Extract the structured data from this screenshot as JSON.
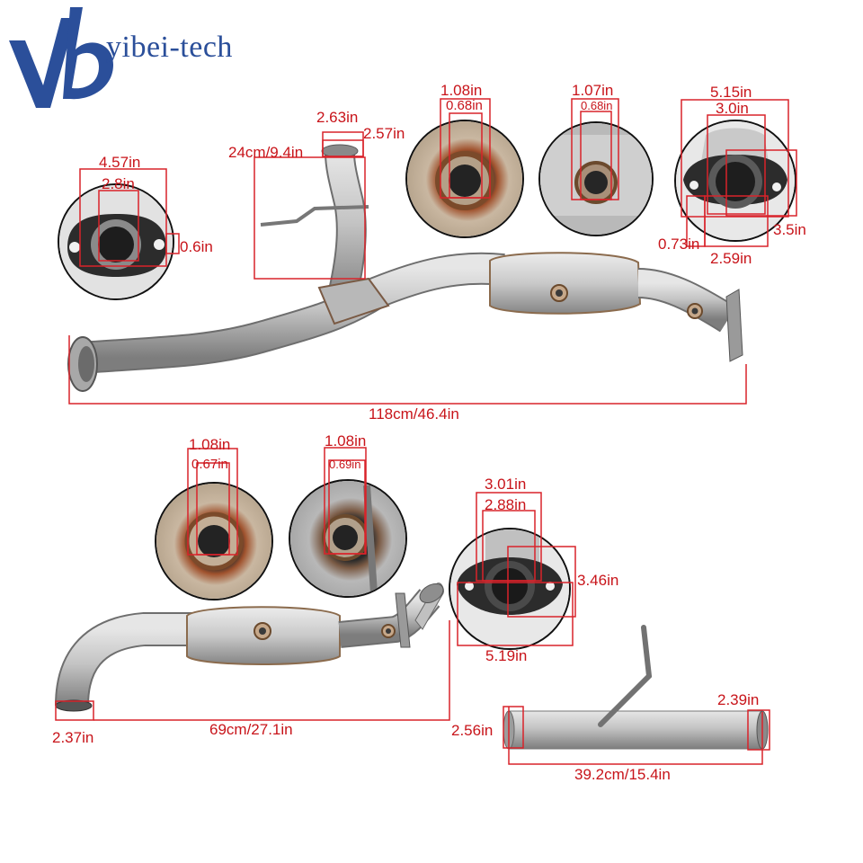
{
  "brand": {
    "name": "yibei-tech",
    "colors": {
      "blue": "#2b4f9a",
      "dim_red": "#d9232a"
    }
  },
  "front_pipe": {
    "overall_length": "118cm/46.4in",
    "upstream_inlet": {
      "outer": "2.63in",
      "inner": "2.57in",
      "height": "24cm/9.4in"
    },
    "left_flange": {
      "width": "4.57in",
      "pipe": "2.8in",
      "thickness": "0.6in"
    },
    "o2_bung_1": {
      "outer": "1.08in",
      "inner": "0.68in"
    },
    "o2_bung_2": {
      "outer": "1.07in",
      "inner": "0.68in"
    },
    "right_flange": {
      "width": "5.15in",
      "pipe_outer": "3.0in",
      "height": "3.5in",
      "thickness": "0.73in",
      "pipe_inner": "2.59in"
    }
  },
  "rear_pipe": {
    "overall_length": "69cm/27.1in",
    "outlet": "2.37in",
    "o2_bung_1": {
      "outer": "1.08in",
      "inner": "0.67in"
    },
    "o2_bung_2": {
      "outer": "1.08in",
      "inner": "0.69in"
    },
    "flange": {
      "pipe_outer": "3.01in",
      "pipe_inner": "2.88in",
      "height": "3.46in",
      "width": "5.19in"
    }
  },
  "extension_pipe": {
    "length": "39.2cm/15.4in",
    "left_dia": "2.56in",
    "right_dia": "2.39in"
  }
}
